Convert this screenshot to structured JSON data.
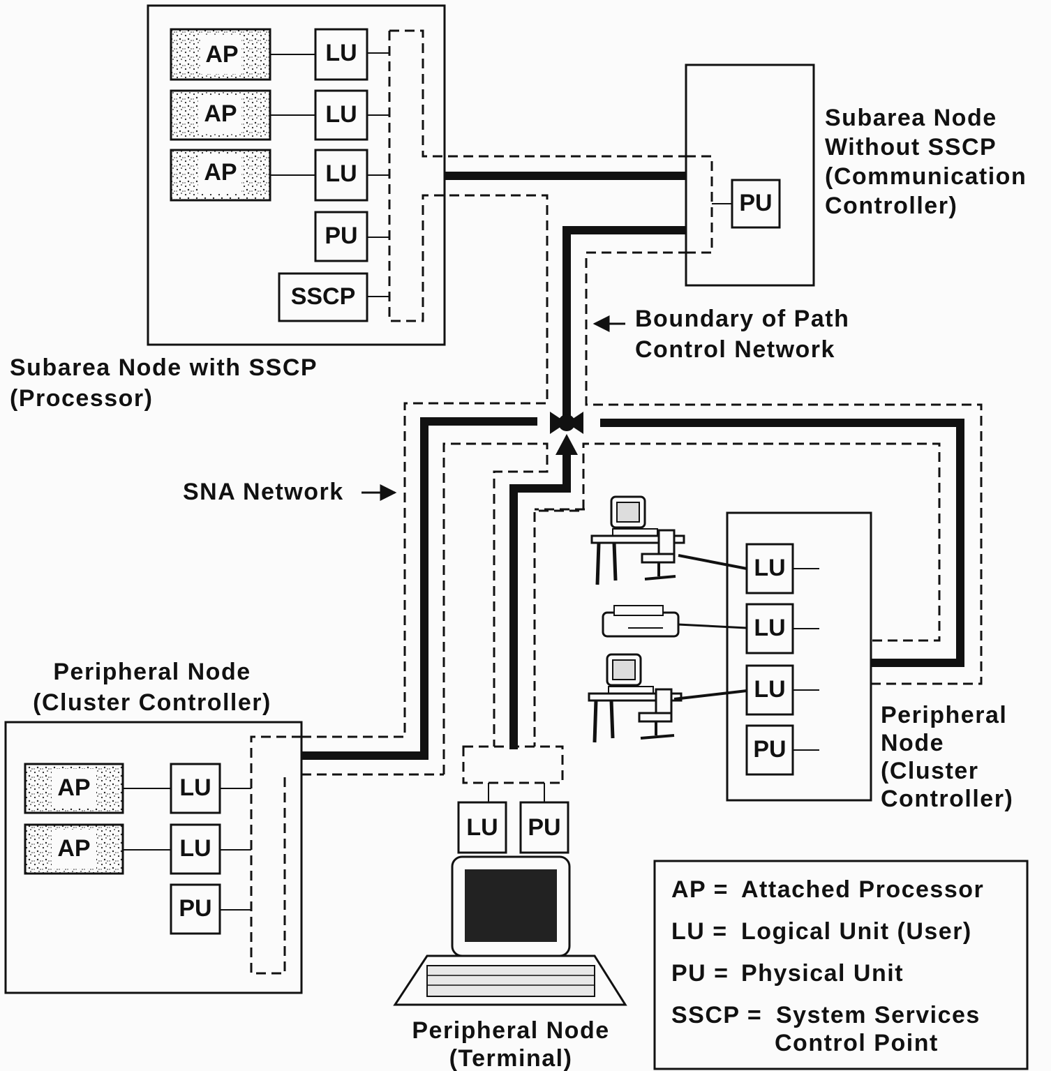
{
  "units": {
    "ap": "AP",
    "lu": "LU",
    "pu": "PU",
    "sscp": "SSCP"
  },
  "nodes": {
    "subarea_sscp": [
      "Subarea Node with SSCP",
      "(Processor)"
    ],
    "subarea_no_sscp": [
      "Subarea Node",
      "Without SSCP",
      "(Communication",
      "Controller)"
    ],
    "peripheral_cluster_left": [
      "Peripheral Node",
      "(Cluster Controller)"
    ],
    "peripheral_cluster_right": [
      "Peripheral",
      "Node",
      "(Cluster",
      "Controller)"
    ],
    "peripheral_terminal": [
      "Peripheral Node",
      "(Terminal)"
    ]
  },
  "annotations": {
    "boundary": [
      "Boundary of Path",
      "Control Network"
    ],
    "sna_network": "SNA Network"
  },
  "legend": {
    "items": [
      {
        "term": "AP =",
        "def": "Attached Processor"
      },
      {
        "term": "LU =",
        "def": "Logical Unit (User)"
      },
      {
        "term": "PU =",
        "def": "Physical Unit"
      },
      {
        "term": "SSCP =",
        "def": "System Services"
      }
    ],
    "continuation": "Control Point"
  }
}
